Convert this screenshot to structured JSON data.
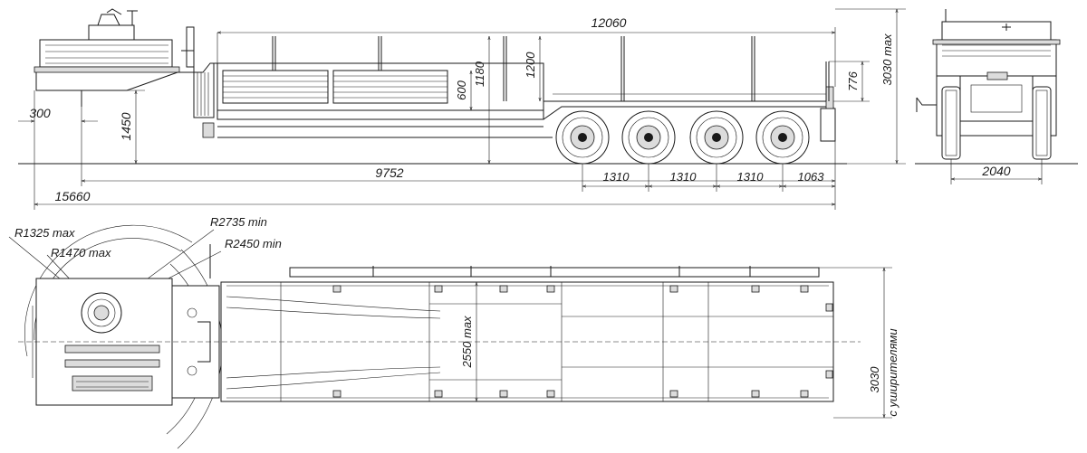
{
  "dimensions": {
    "overall_length": "15660",
    "deck_length": "12060",
    "kingpin_to_rear": "9752",
    "front_overhang": "300",
    "fifth_wheel_height": "1450",
    "stake_height_1": "600",
    "stake_height_2": "1180",
    "stake_height_3": "1200",
    "rear_height": "776",
    "max_height": "3030 max",
    "axle_spacing": [
      "1310",
      "1310",
      "1310"
    ],
    "rear_overhang": "1063",
    "track_width": "2040",
    "body_width": "2550 max",
    "width_with_extenders": "3030",
    "width_with_extenders_note": "с уширителями"
  },
  "turning_radii": [
    "R1325 max",
    "R1470 max",
    "R2735 min",
    "R2450 min"
  ]
}
